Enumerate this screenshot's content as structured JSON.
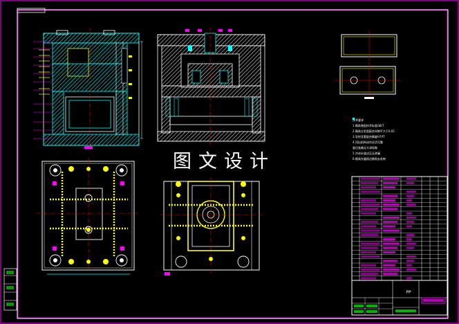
{
  "watermark": "图文设计",
  "title_block": {
    "material": "PP"
  },
  "tech_notes": {
    "title": "技术要求",
    "lines": [
      "1.模具装配技术标准GB/T",
      "2.模具分型面配合间隙不大于0.02",
      "3.导柱导套配合精度H7/f7",
      "4.顶出机构动作灵活可靠",
      "  复位准确无卡滞现象",
      "5.冷却水道试压无渗漏",
      "6.模具外露锐边倒角去毛刺"
    ]
  },
  "colors": {
    "background": "#000000",
    "border": "#ff00ff",
    "section": "#00ffff",
    "outline": "#ffffff",
    "center_line": "#ff0000",
    "feature": "#ffff00",
    "accent": "#00ff00"
  }
}
